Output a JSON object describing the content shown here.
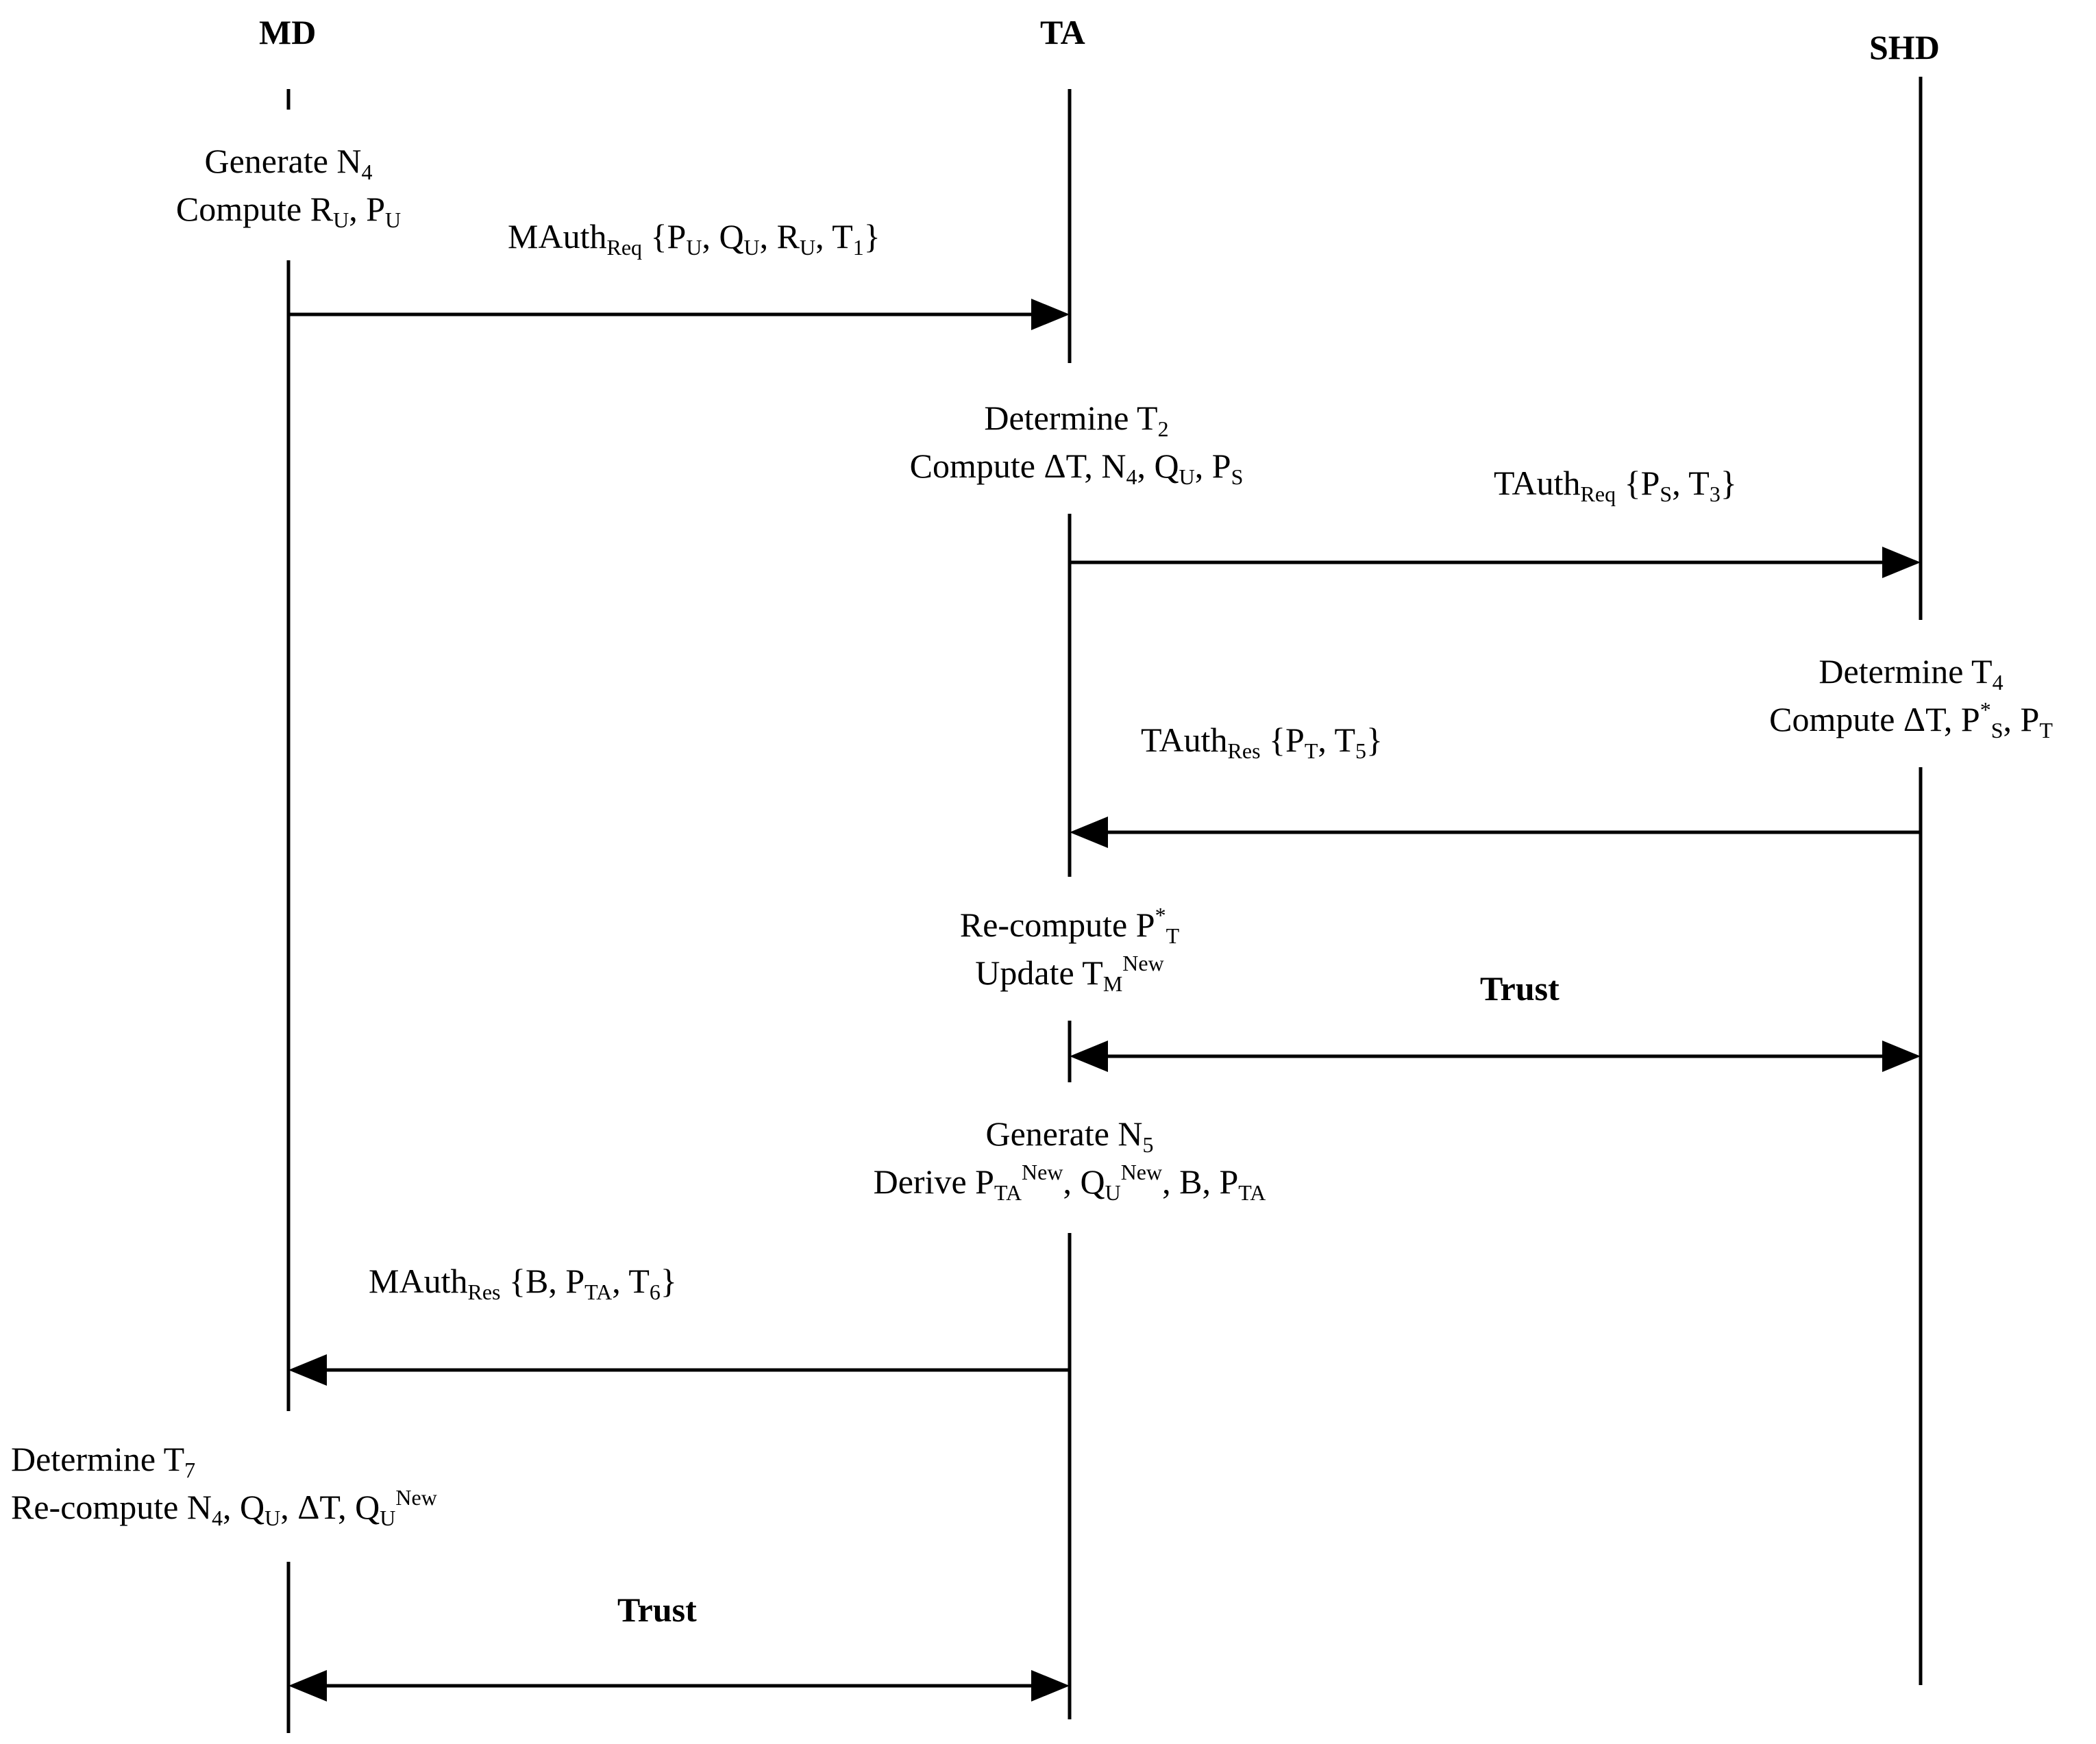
{
  "actors": {
    "md": "MD",
    "ta": "TA",
    "shd": "SHD"
  },
  "notes": {
    "md_gen": {
      "line1": {
        "text": "Generate N",
        "sub": "4"
      },
      "line2": {
        "a": "Compute R",
        "a_sub": "U",
        "b": ", P",
        "b_sub": "U"
      }
    },
    "ta_det": {
      "line1": {
        "text": "Determine T",
        "sub": "2"
      },
      "line2": {
        "a": "Compute ΔT, N",
        "a_sub": "4",
        "b": ", Q",
        "b_sub": "U",
        "c": ", P",
        "c_sub": "S"
      }
    },
    "shd_det": {
      "line1": {
        "text": "Determine T",
        "sub": "4"
      },
      "line2": {
        "a": "Compute ΔT, P",
        "a_sup": "*",
        "a_sub": "S",
        "b": ", P",
        "b_sub": "T"
      }
    },
    "ta_recompute": {
      "line1": {
        "a": "Re-compute P",
        "a_sup": "*",
        "a_sub": "T"
      },
      "line2": {
        "a": "Update T",
        "a_sub": "M",
        "a_sup": "New"
      }
    },
    "ta_gen": {
      "line1": {
        "text": "Generate N",
        "sub": "5"
      },
      "line2": {
        "a": "Derive P",
        "a_sub": "TA",
        "a_sup": "New",
        "b": ", Q",
        "b_sub": "U",
        "b_sup": "New",
        "c": ", B, P",
        "c_sub": "TA"
      }
    },
    "md_det": {
      "line1": {
        "text": "Determine T",
        "sub": "7"
      },
      "line2": {
        "a": "Re-compute N",
        "a_sub": "4",
        "b": ", Q",
        "b_sub": "U",
        "c": ", ΔT, Q",
        "c_sub": "U",
        "c_sup": "New"
      }
    }
  },
  "messages": {
    "mauth_req": {
      "name": "MAuth",
      "name_sub": "Req",
      "open": " {P",
      "s1": "U",
      "t1": ", Q",
      "s2": "U",
      "t2": ", R",
      "s3": "U",
      "t3": ", T",
      "s4": "1",
      "close": "}"
    },
    "tauth_req": {
      "name": "TAuth",
      "name_sub": "Req",
      "open": " {P",
      "s1": "S",
      "t1": ", T",
      "s2": "3",
      "close": "}"
    },
    "tauth_res": {
      "name": "TAuth",
      "name_sub": "Res",
      "open": " {P",
      "s1": "T",
      "t1": ", T",
      "s2": "5",
      "close": "}"
    },
    "mauth_res": {
      "name": "MAuth",
      "name_sub": "Res",
      "open": " {B, P",
      "s1": "TA",
      "t1": ", T",
      "s2": "6",
      "close": "}"
    },
    "trust_ta_shd": "Trust",
    "trust_md_ta": "Trust"
  }
}
